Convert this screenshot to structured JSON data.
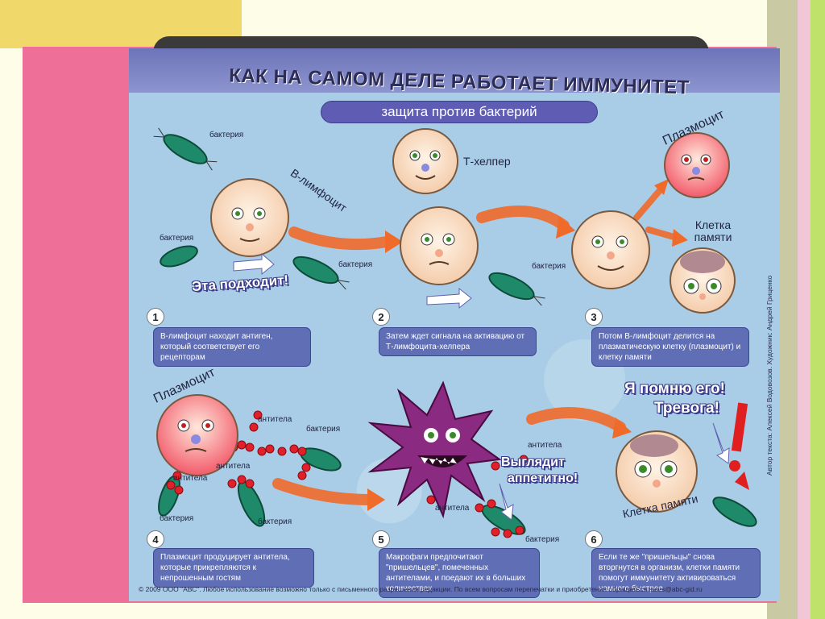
{
  "poster": {
    "title": "КАК НА САМОМ ДЕЛЕ РАБОТАЕТ ИММУНИТЕТ",
    "subtitle": "защита против бактерий",
    "labels": {
      "bacteria": "бактерия",
      "b_lymphocyte": "В-лимфоцит",
      "t_helper": "Т-хелпер",
      "plasmocyte": "Плазмоцит",
      "memory_cell": "Клетка памяти",
      "antibodies": "антитела"
    },
    "exclamations": {
      "fits": "Эта подходит!",
      "looks_tasty_1": "Выглядит",
      "looks_tasty_2": "аппетитно!",
      "remember_1": "Я помню его!",
      "remember_2": "Тревога!"
    },
    "steps": [
      {
        "num": "1",
        "text": "В-лимфоцит находит антиген, который соответствует его рецепторам"
      },
      {
        "num": "2",
        "text": "Затем ждет сигнала на активацию от Т-лимфоцита-хелпера"
      },
      {
        "num": "3",
        "text": "Потом В-лимфоцит делится на плазматическую клетку (плазмоцит) и клетку памяти"
      },
      {
        "num": "4",
        "text": "Плазмоцит продуцирует антитела, которые прикрепляются к непрошенным гостям"
      },
      {
        "num": "5",
        "text": "Макрофаги предпочитают \"пришельцев\", помеченных антителами, и поедают их в больших количествах"
      },
      {
        "num": "6",
        "text": "Если те же \"пришельцы\" снова вторгнутся в организм, клетки памяти помогут иммунитету активироваться намного быстрее"
      }
    ],
    "footer": "© 2009 ООО \"АВС\". Любое использование возможно только с письменного разрешения редакции. По всем вопросам перепечатки и приобретения обращаться sales@abc-gid.ru",
    "credits": "Автор текста: Алексей Водовозов. Художник: Андрей Гриценко"
  },
  "colors": {
    "band": "#6d74b9",
    "pill": "#5f5cb4",
    "arrow": "#f06a2a",
    "bacteria": "#1f8a6a",
    "antibody": "#e0202a",
    "macrophage": "#8a2a80",
    "face": "#fbe0c8"
  }
}
